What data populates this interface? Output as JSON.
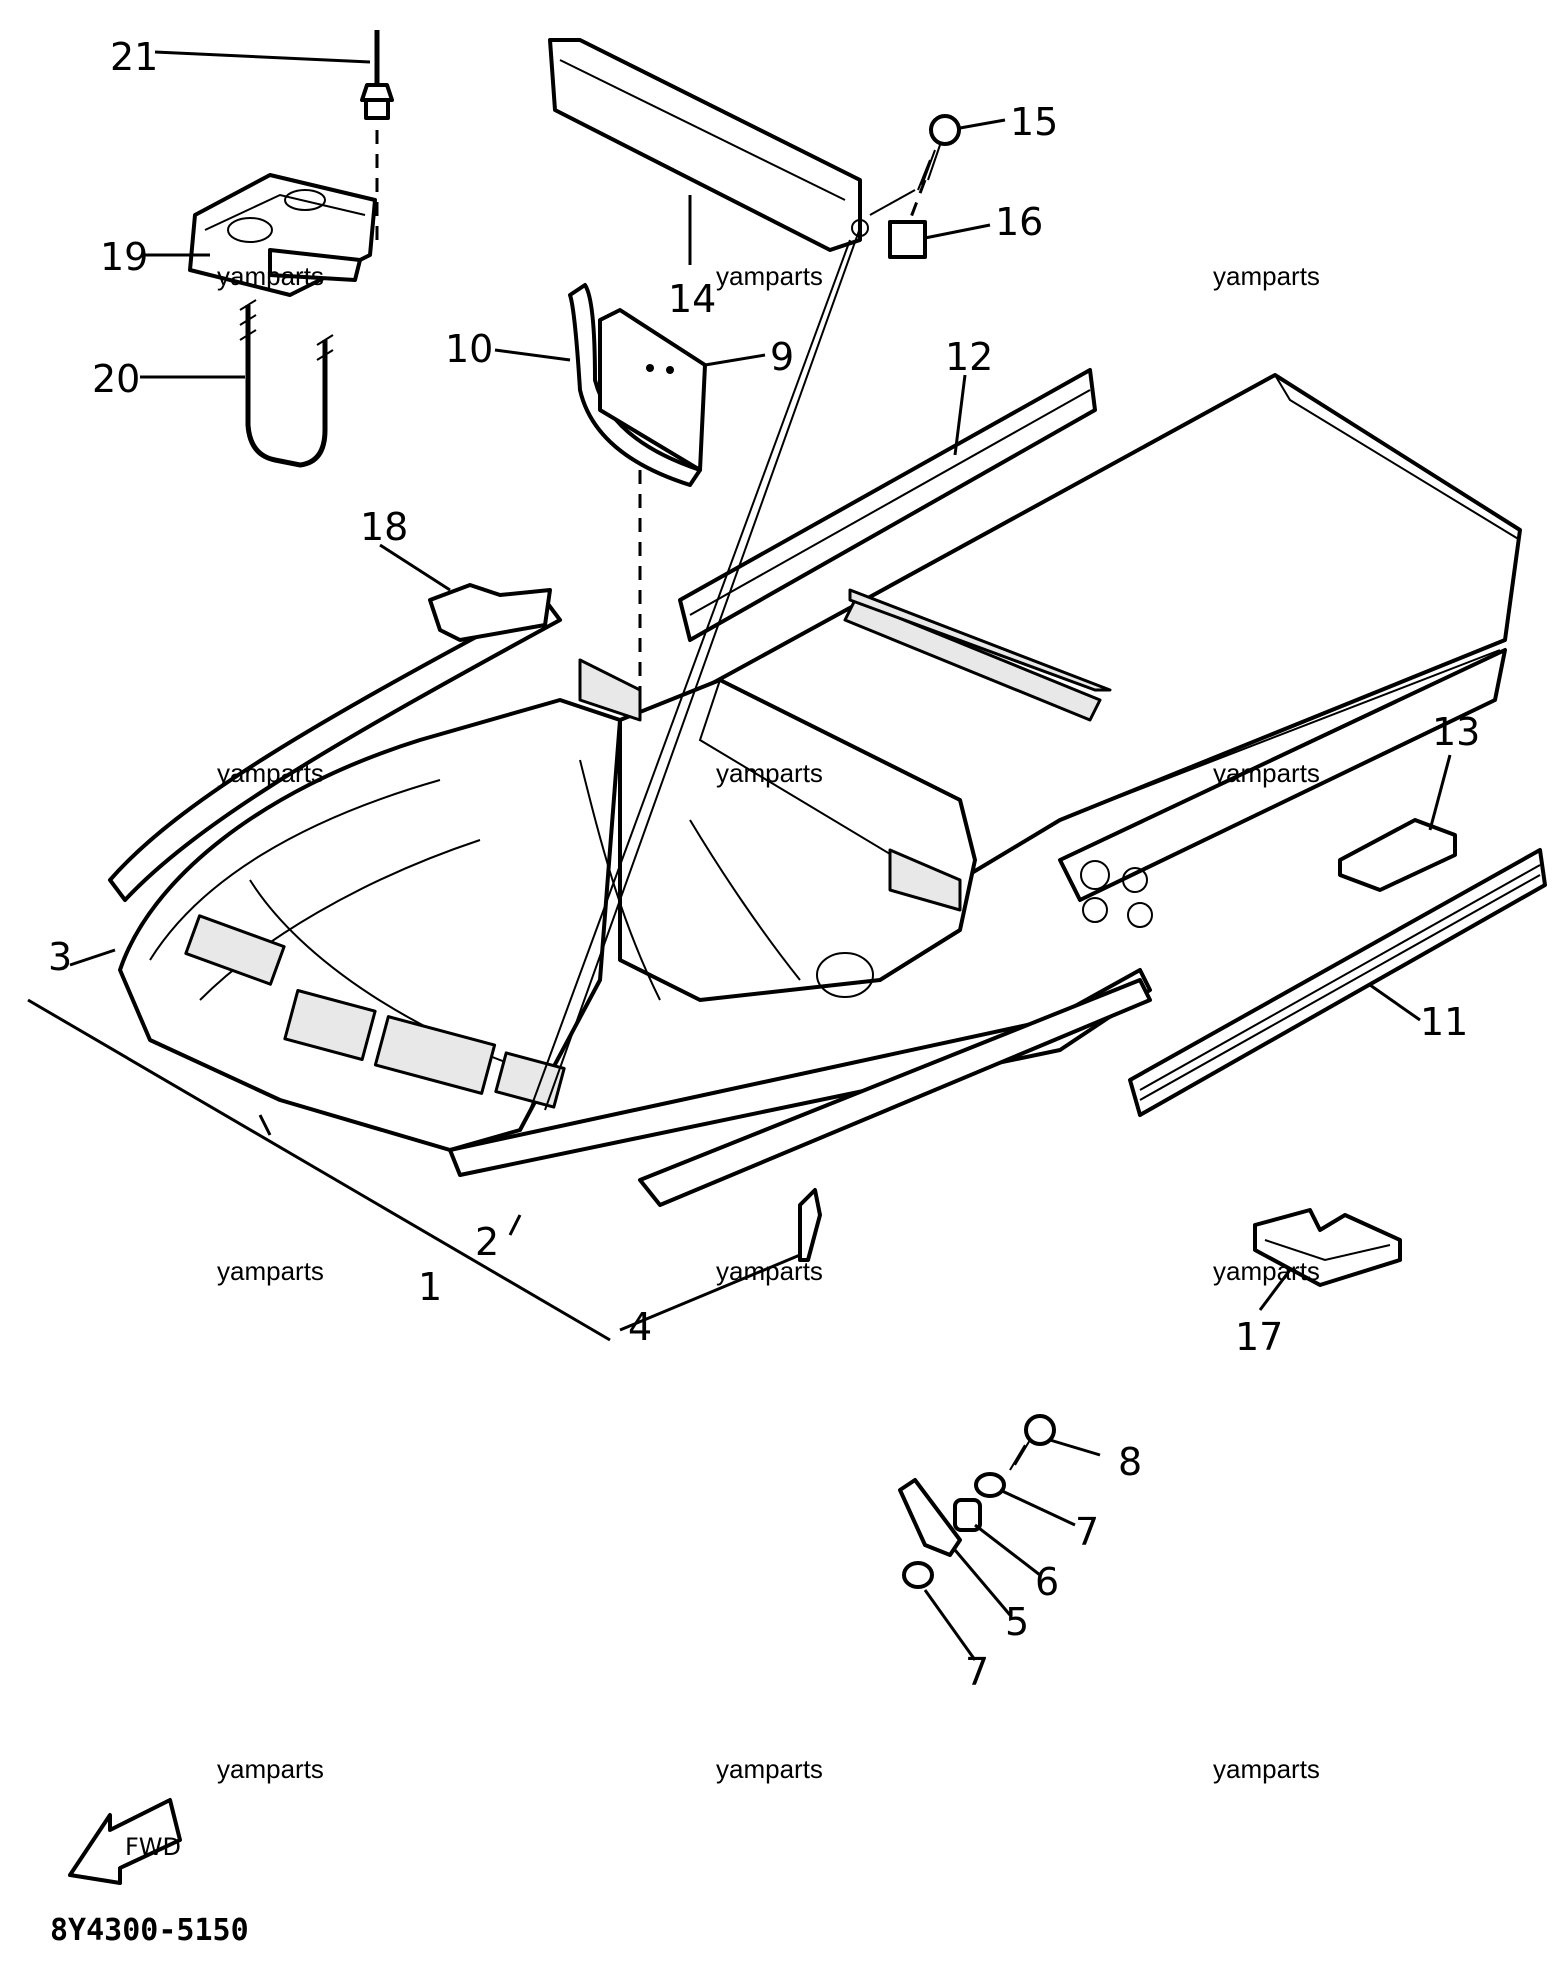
{
  "diagram": {
    "part_labels": [
      "21",
      "19",
      "20",
      "14",
      "15",
      "16",
      "10",
      "9",
      "12",
      "18",
      "13",
      "3",
      "11",
      "2",
      "1",
      "4",
      "17",
      "8",
      "7",
      "6",
      "5",
      "7"
    ],
    "watermark": "yamparts",
    "fwd_label": "FWD",
    "drawing_code": "8Y4300-5150"
  }
}
